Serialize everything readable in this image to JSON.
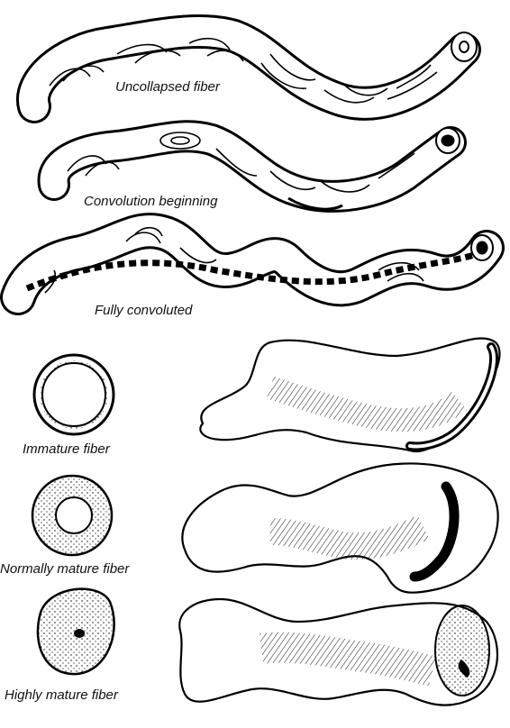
{
  "figure": {
    "labels": {
      "uncollapsed": "Uncollapsed fiber",
      "convolution_beginning": "Convolution beginning",
      "fully_convoluted": "Fully convoluted",
      "immature": "Immature fiber",
      "normally_mature": "Normally mature fiber",
      "highly_mature": "Highly mature fiber"
    },
    "colors": {
      "ink": "#000000",
      "paper": "#ffffff"
    }
  }
}
